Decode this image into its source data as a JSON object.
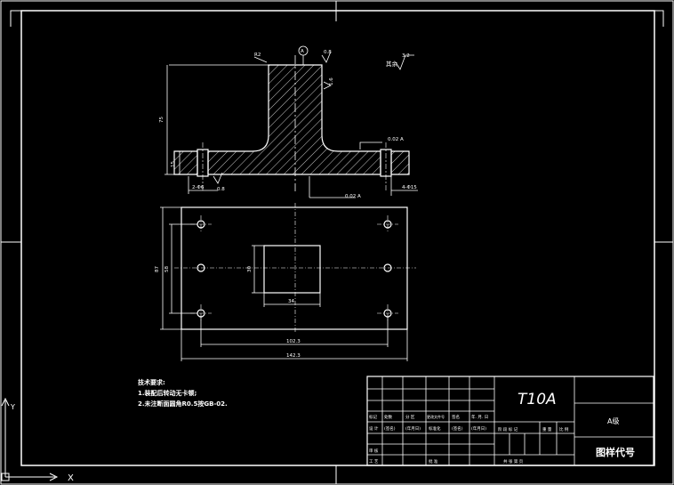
{
  "title_block": {
    "material": "T10A",
    "paper_label": "A级",
    "drawing_code_label": "图样代号",
    "row_headers": [
      "标记",
      "处数",
      "分 区",
      "更改文件号",
      "签名",
      "年. 月. 日"
    ],
    "design_row": [
      "设 计",
      "(签名)",
      "(年月日)",
      "标准化",
      "(签名)",
      "(年月日)"
    ],
    "stage_headers": [
      "阶 段 标 记",
      "重 量",
      "比 例"
    ],
    "check_label": "审 核",
    "process_label": "工 艺",
    "approve_label": "批 准",
    "sheet_label": "共  张  第  页"
  },
  "technical_notes": {
    "heading": "技术要求:",
    "items": [
      "1.装配后转动无卡顿;",
      "2.未注断面圆角R0.5按GB-02."
    ]
  },
  "dimensions": {
    "height_top": "75",
    "base_thickness": "15",
    "plan_width_inner": "102.3",
    "plan_width_outer": "142.3",
    "plan_height_outer": "87",
    "plan_height_inner": "58",
    "window_height": "30",
    "window_width": "34",
    "hole_left": "2-Φ6",
    "hole_right": "4-Φ15",
    "geo_tol_top": "0.02  A",
    "geo_tol_bottom": "0.02  A",
    "datum": "A",
    "roughness_note": "其余",
    "roughness_value": "3.2",
    "finish_top_left": "R2",
    "finish_top_right": "0.8",
    "finish_side": "1.6",
    "finish_bottom": "0.8"
  },
  "colors": {
    "background": "#000000",
    "frame": "#ffffff",
    "outline": "#ffffff",
    "hatch": "#ffffff",
    "centerline": "#ffffff"
  }
}
